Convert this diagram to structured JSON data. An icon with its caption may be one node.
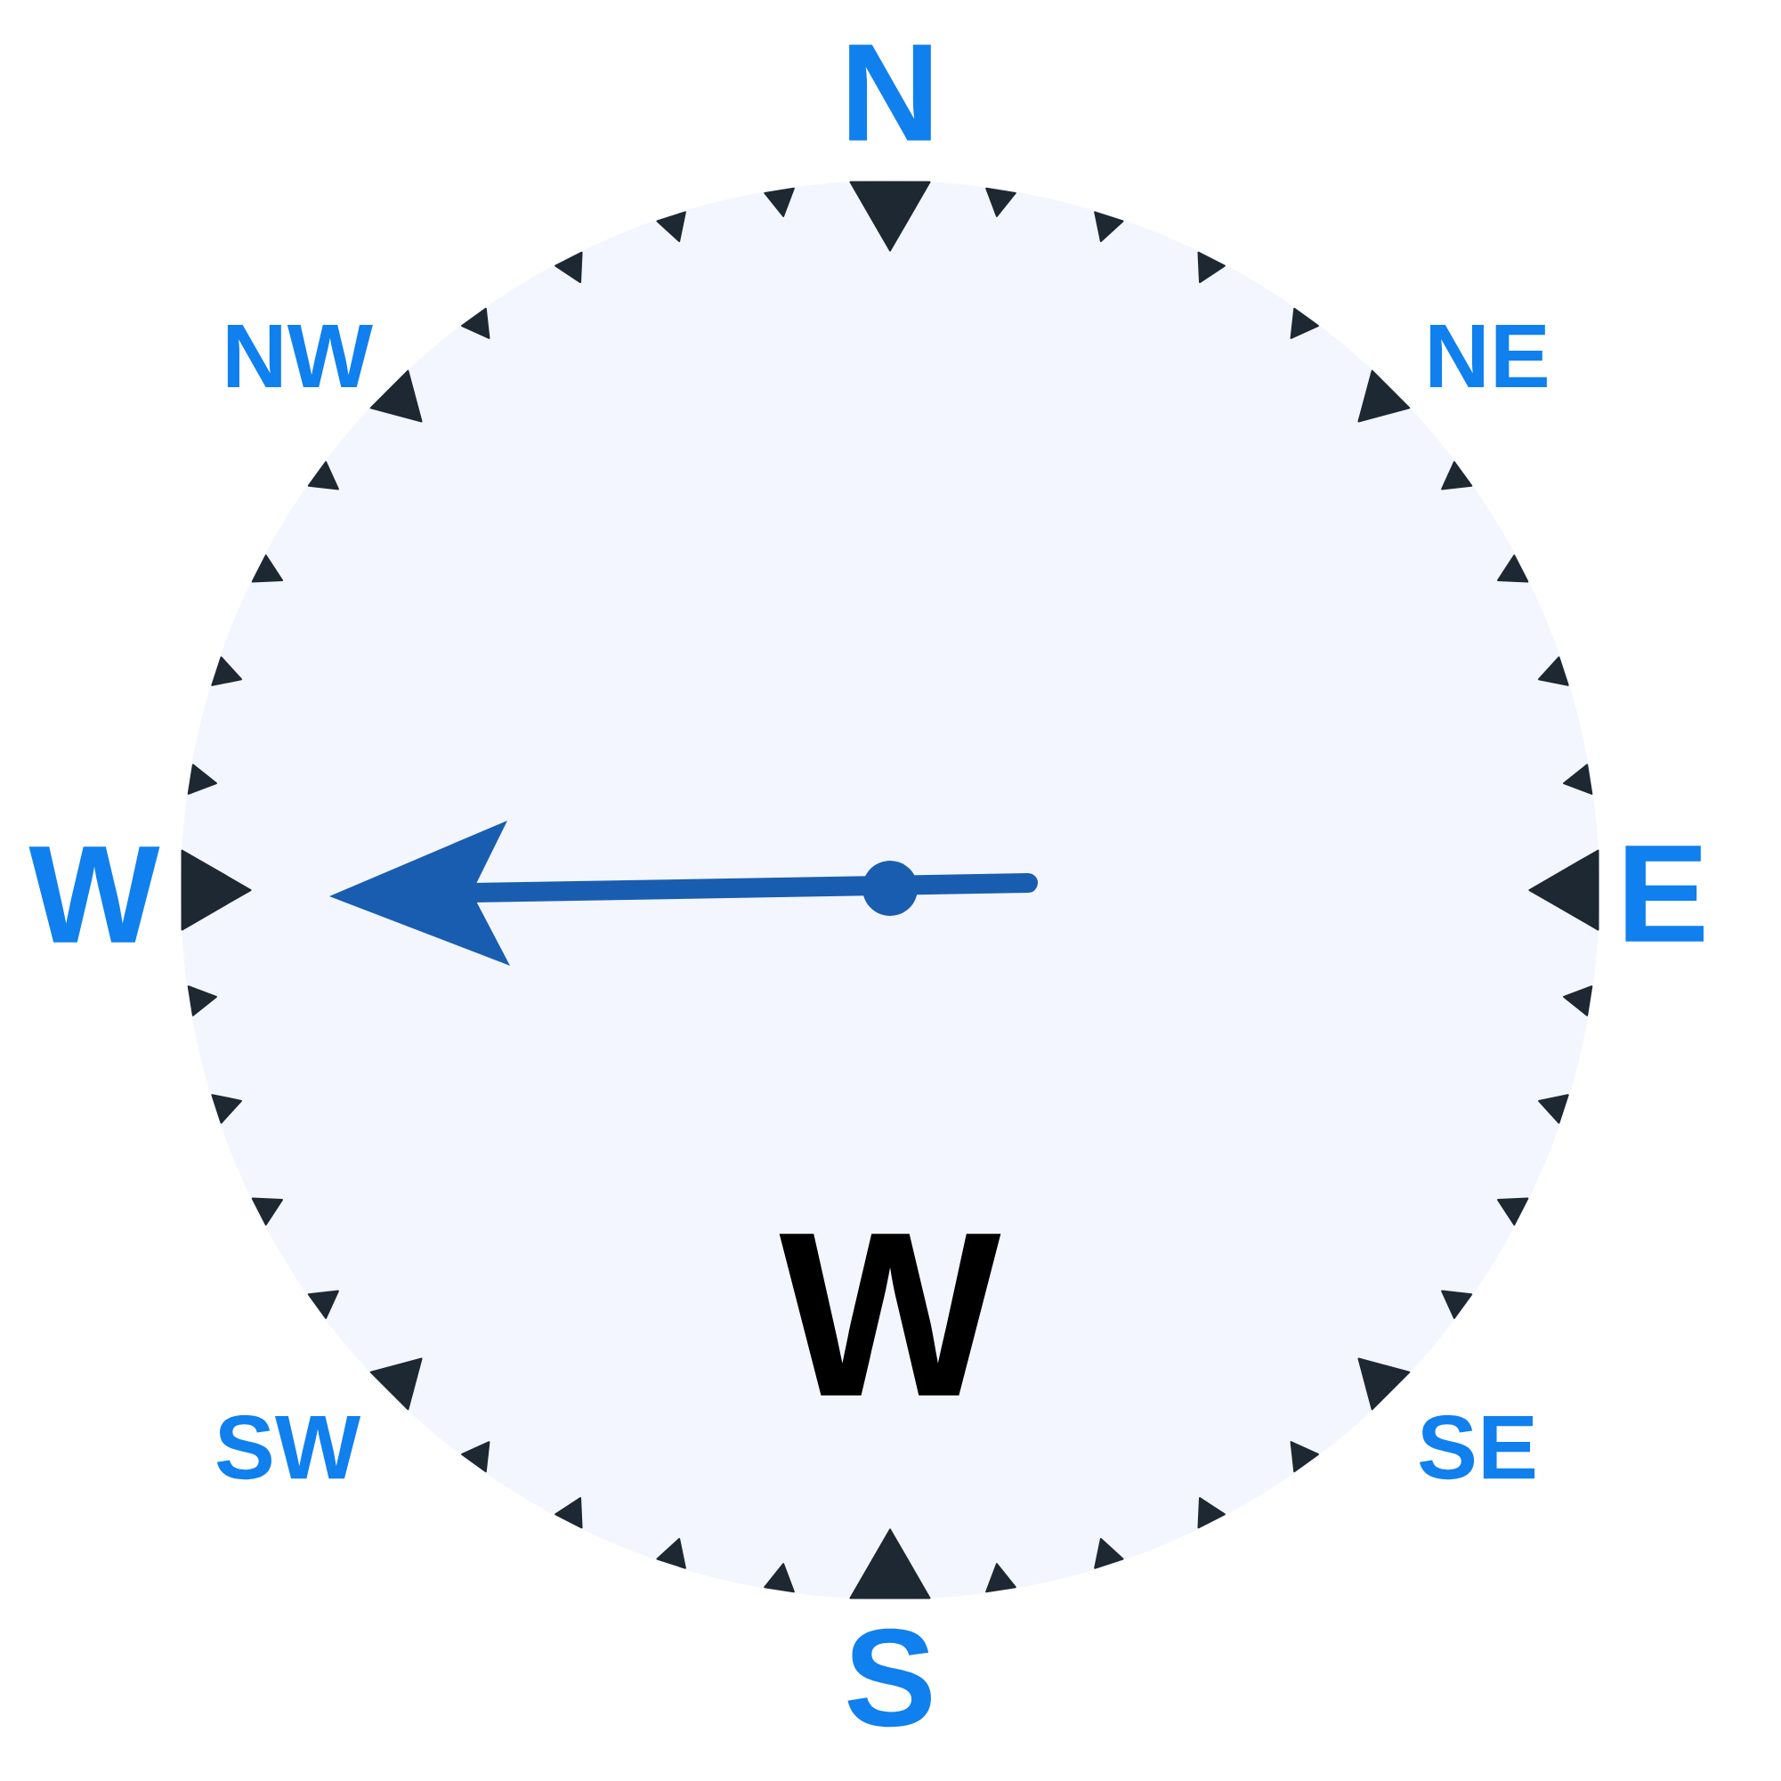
{
  "diagram": {
    "nodes": [
      {
        "text": [],
        "shape": "triangle"
      },
      {
        "text": [],
        "shape": "triangle"
      },
      {
        "text": [],
        "shape": "triangle"
      },
      {
        "text": [],
        "shape": "triangle"
      }
    ],
    "labels": [
      "N",
      "NW",
      "NE",
      "W",
      "E",
      "W",
      "SW",
      "SE",
      "S"
    ]
  }
}
